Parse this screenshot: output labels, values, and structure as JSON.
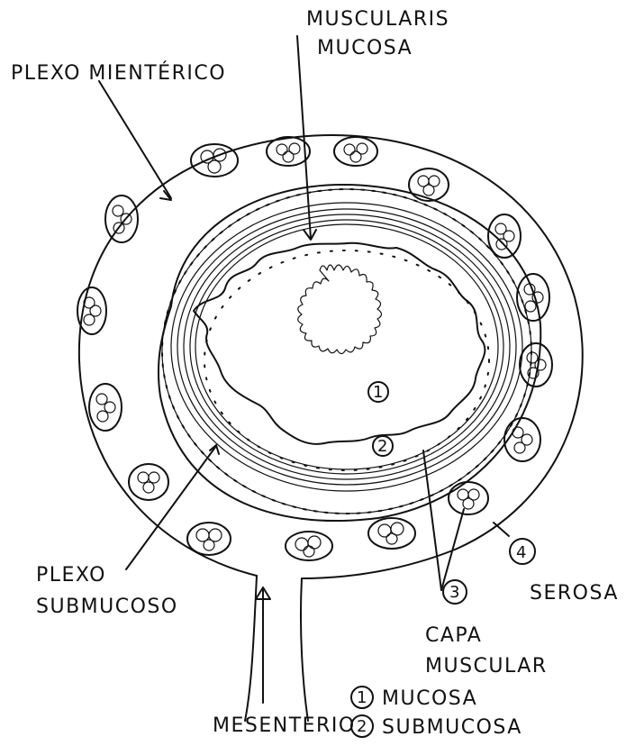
{
  "labels": {
    "plexo_mienterico": "PLEXO MIENTÉRICO",
    "muscularis_line1": "MUSCULARIS",
    "muscularis_line2": "MUCOSA",
    "plexo_submucoso_line1": "PLEXO",
    "plexo_submucoso_line2": "SUBMUCOSO",
    "serosa": "SEROSA",
    "capa_muscular_line1": "CAPA",
    "capa_muscular_line2": "MUSCULAR",
    "mesenterio": "MESENTERIO"
  },
  "numbers": {
    "n1": "1",
    "n2": "2",
    "n3": "3",
    "n4": "4"
  },
  "legend": [
    {
      "number": "1",
      "text": "MUCOSA"
    },
    {
      "number": "2",
      "text": "SUBMUCOSA"
    }
  ]
}
